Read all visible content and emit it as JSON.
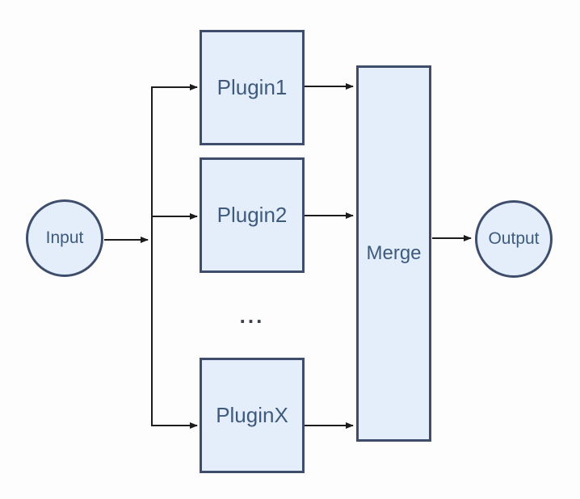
{
  "diagram": {
    "nodes": {
      "input": {
        "label": "Input",
        "shape": "circle"
      },
      "plugin1": {
        "label": "Plugin1",
        "shape": "rect"
      },
      "plugin2": {
        "label": "Plugin2",
        "shape": "rect"
      },
      "ellipsis": {
        "label": "..."
      },
      "pluginx": {
        "label": "PluginX",
        "shape": "rect"
      },
      "merge": {
        "label": "Merge",
        "shape": "rect"
      },
      "output": {
        "label": "Output",
        "shape": "circle"
      }
    },
    "edges": [
      {
        "from": "input",
        "to": "branch-junction"
      },
      {
        "from": "branch-junction",
        "to": "plugin1"
      },
      {
        "from": "branch-junction",
        "to": "plugin2"
      },
      {
        "from": "branch-junction",
        "to": "pluginx"
      },
      {
        "from": "plugin1",
        "to": "merge"
      },
      {
        "from": "plugin2",
        "to": "merge"
      },
      {
        "from": "pluginx",
        "to": "merge"
      },
      {
        "from": "merge",
        "to": "output"
      }
    ],
    "colors": {
      "node_fill": "#e4eefb",
      "node_border": "#3e4d6b",
      "label_color": "#3e5a7d",
      "arrow_color": "#1c1c1c",
      "background": "#fdfdfd"
    }
  }
}
